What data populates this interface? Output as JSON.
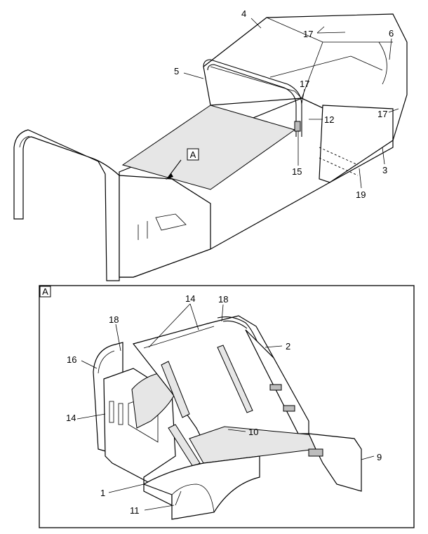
{
  "view_marker": "A",
  "detail_label": "A",
  "top_callouts": [
    {
      "id": "c4",
      "text": "4"
    },
    {
      "id": "c17a",
      "text": "17"
    },
    {
      "id": "c6",
      "text": "6"
    },
    {
      "id": "c5",
      "text": "5"
    },
    {
      "id": "c17b",
      "text": "17"
    },
    {
      "id": "c12",
      "text": "12"
    },
    {
      "id": "c17c",
      "text": "17"
    },
    {
      "id": "c3",
      "text": "3"
    },
    {
      "id": "c15",
      "text": "15"
    },
    {
      "id": "c19",
      "text": "19"
    }
  ],
  "detail_callouts": [
    {
      "id": "d14a",
      "text": "14"
    },
    {
      "id": "d18a",
      "text": "18"
    },
    {
      "id": "d18b",
      "text": "18"
    },
    {
      "id": "d2",
      "text": "2"
    },
    {
      "id": "d16",
      "text": "16"
    },
    {
      "id": "d14b",
      "text": "14"
    },
    {
      "id": "d10",
      "text": "10"
    },
    {
      "id": "d9",
      "text": "9"
    },
    {
      "id": "d1",
      "text": "1"
    },
    {
      "id": "d11",
      "text": "11"
    }
  ]
}
